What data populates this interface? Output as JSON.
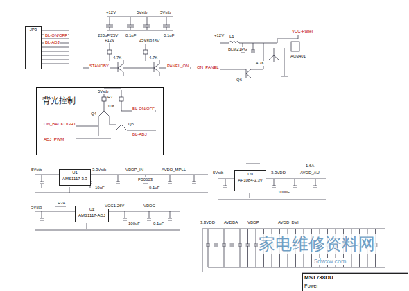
{
  "diagram": {
    "nodes": [
      {
        "text": [
          "JP3"
        ]
      },
      {
        "text": [
          "背光控制"
        ]
      },
      {
        "text": [
          "U1",
          "AMS1117-3.3"
        ]
      },
      {
        "text": [
          "U2",
          "AMS1117-ADJ"
        ]
      },
      {
        "text": [
          "U9",
          "AP1084-3.3V"
        ]
      },
      {
        "text": [
          "MST738DU",
          "Power"
        ]
      }
    ],
    "labels": [
      "+12V",
      "5Vstb",
      "5Vstb",
      "220uF/25V",
      "0.1uF",
      "470uF/16V",
      "0.1uF",
      "BL-ON/OFF",
      "BL-ADJ",
      "+12V",
      "5Vstb",
      "4.7K",
      "4.7K",
      "STANDBY",
      "PANEL_ON",
      "+12V",
      "L1",
      "BLM21PG",
      "VCC-Panel",
      "AO3401",
      "Q6",
      "4.7K",
      "ON_PANEL",
      "5Vstb",
      "R7",
      "10K",
      "Q4",
      "Q5",
      "BL-ON/OFF",
      "BL-ADJ",
      "ON_BACKLIGHT",
      "ADJ_PWM",
      "5Vstb",
      "3.3Vstb",
      "VDDP_IN",
      "FB0603",
      "AVDD_MPLL",
      "10uF",
      "0.1uF",
      "5Vstb",
      "VCC1.26V",
      "VDDC",
      "100uF",
      "0.1uF",
      "R24",
      "5Vstb",
      "3.3VDD",
      "AVDD_AU",
      "1.6A",
      "100uF",
      "3.3VDD",
      "AVDDA",
      "VDDP",
      "AVDD_DVI",
      "家电维修资料网",
      "5dwxw.com"
    ]
  }
}
